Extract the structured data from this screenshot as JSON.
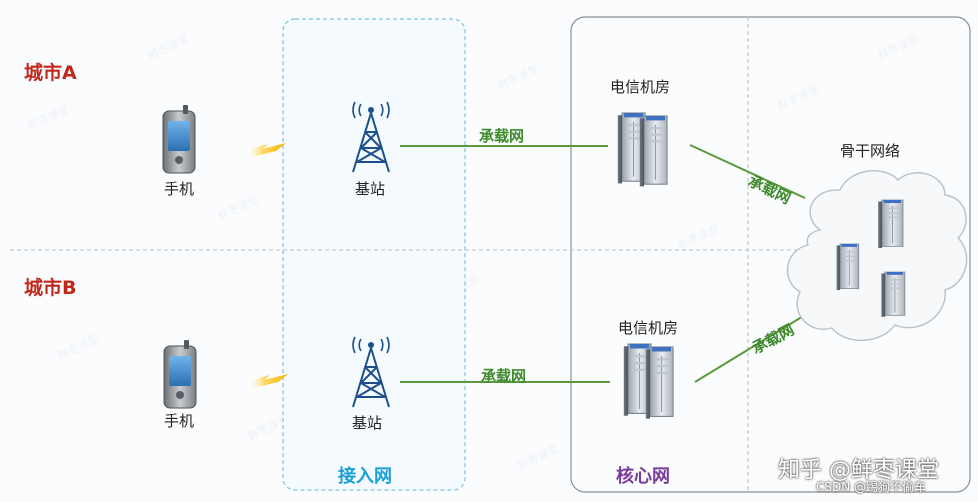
{
  "cities": [
    "城市A",
    "城市B"
  ],
  "phone_label": "手机",
  "base_station_label": "基站",
  "bearer_network_label": "承载网",
  "telecom_room_label": "电信机房",
  "backbone_label": "骨干网络",
  "zones": {
    "access": "接入网",
    "core": "核心网"
  },
  "watermark": {
    "zhihu": "知乎 @鲜枣课堂",
    "csdn": "CSDN @踢狗不偷车"
  },
  "icons": [
    "mobile-phone-icon",
    "signal-bolt-icon",
    "base-station-tower-icon",
    "server-rack-icon",
    "backbone-cloud-icon"
  ],
  "colors": {
    "city": "#c0281c",
    "bearer_line": "#5a9a3c",
    "access_zone": "#1aa0d8",
    "core_zone": "#7a3a9a"
  }
}
